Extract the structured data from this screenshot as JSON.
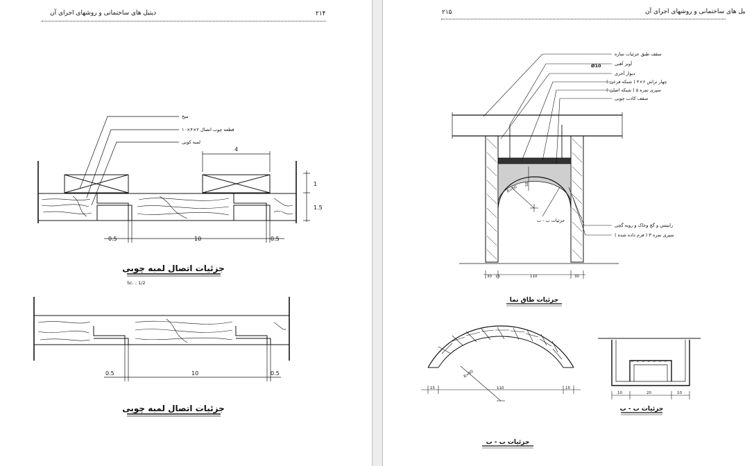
{
  "left_page": {
    "header": "دیتیل های ساختمانی و روشهای اجرای آن",
    "page_number": "۲۱۴",
    "figure1": {
      "labels": [
        "میخ",
        "قطعه چوب اتصال ۲×۴×۱۰",
        "لمبه کوبی"
      ],
      "dim_top": "4",
      "dim_right_a": "1",
      "dim_right_b": "1.5",
      "dim_bottom_left": "0.5",
      "dim_bottom_mid": "10",
      "dim_bottom_right": "0.5",
      "title": "جزئیات اتصال لمبه چوبی",
      "scale": "Sc. : 1/2"
    },
    "figure2": {
      "dim_bottom_left": "0.5",
      "dim_bottom_mid": "10",
      "dim_bottom_right": "0.5",
      "title": "جزئیات اتصال لمبه چوبی"
    }
  },
  "right_page": {
    "header": "دیتیل های ساختمانی و روشهای اجرای آن",
    "page_number": "۲۱۵",
    "figure1": {
      "labels": [
        "سقف طبق جزئیات سازه",
        "آویز آهنی",
        "Ø10",
        "دیوار آجری",
        "چهار تراش ۶×۴ ( شبکه فرعی )",
        "سپری نمره ۵ ( شبکه اصلی )",
        "سقف کاذب چوبی"
      ],
      "side_labels": [
        "رابیتس و گچ وخاک و رویه گچی",
        "سپری نمره ۳ ( فرم داده شده )"
      ],
      "radius": "R=60",
      "inner_label": "جزئیات ب - ب",
      "dim_left": "30",
      "dim_left2": "15",
      "dim_mid": "110",
      "dim_right": "30",
      "dim_vertical": "35",
      "title": "جزئیات طاق نما"
    },
    "figure2": {
      "radius": "R=60",
      "dim_left": "15",
      "dim_mid": "110",
      "dim_right": "15",
      "title": "جزئیات ب - ب"
    },
    "figure3": {
      "dim_a": "10",
      "dim_b": "20",
      "dim_c": "10",
      "title": "جزئیات ب - ب"
    }
  }
}
